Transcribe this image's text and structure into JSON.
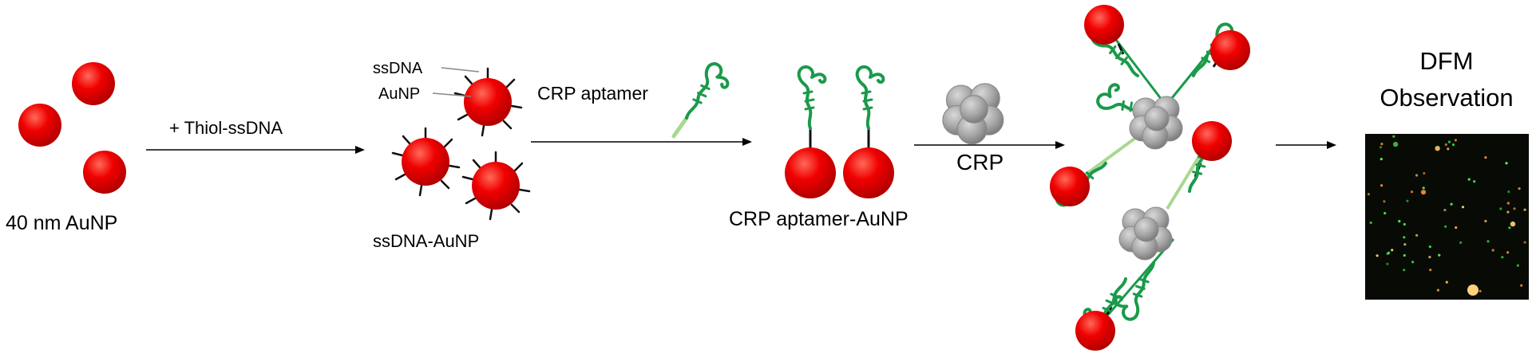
{
  "labels": {
    "aunp": "40 nm AuNP",
    "thiol_reagent": "+ Thiol-ssDNA",
    "ssdna_tag": "ssDNA",
    "aunp_tag": "AuNP",
    "ssdna_aunp": "ssDNA-AuNP",
    "aptamer_reagent": "CRP aptamer",
    "aptamer_aunp": "CRP aptamer-AuNP",
    "crp": "CRP",
    "dfm_line1": "DFM",
    "dfm_line2": "Observation"
  },
  "colors": {
    "gold_nanoparticle": "#e00000",
    "aptamer": "#1a9a4a",
    "aptamer_tail": "#a8d890",
    "protein": "#9a9a9a",
    "linker": "#111111",
    "arrow": "#000000",
    "dfm_background": "#070a05"
  }
}
